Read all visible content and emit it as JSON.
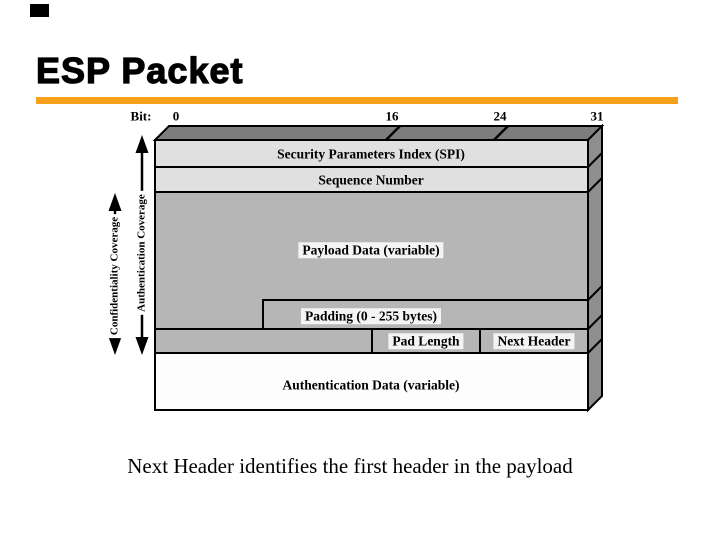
{
  "slide": {
    "title": "ESP Packet",
    "caption": "Next Header identifies the first header in the payload",
    "accent_color": "#F7A01B"
  },
  "diagram": {
    "bit_label": "Bit:",
    "bit_ticks": [
      "0",
      "16",
      "24",
      "31"
    ],
    "rows": {
      "spi": "Security Parameters Index (SPI)",
      "sequence": "Sequence Number",
      "payload": "Payload Data (variable)",
      "padding": "Padding (0 - 255 bytes)",
      "pad_length": "Pad Length",
      "next_header": "Next Header",
      "auth_data": "Authentication Data (variable)"
    },
    "coverage": {
      "confidentiality": "Confidentiality Coverage",
      "authentication": "Authentication Coverage"
    },
    "colors": {
      "light_row": "#e0e0e0",
      "mid_row": "#b6b6b6",
      "auth_row": "#fdfdfd",
      "top_face": "#7d7d7d",
      "side_face": "#8e8e8e",
      "outline": "#000000"
    }
  }
}
